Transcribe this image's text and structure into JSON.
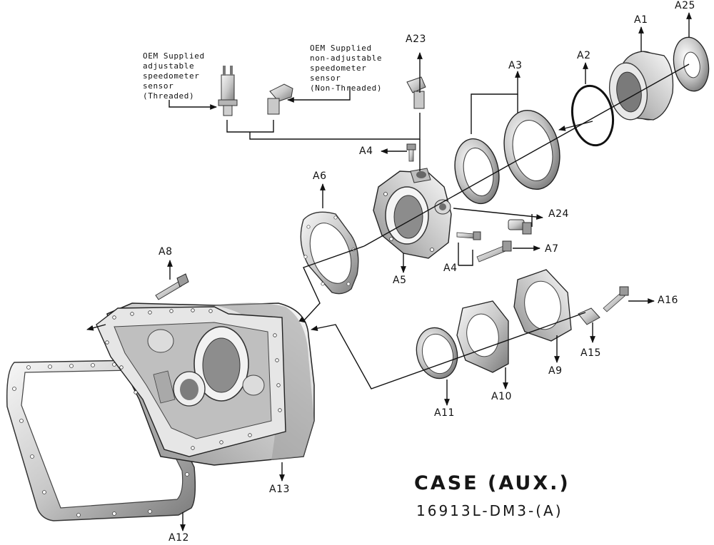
{
  "title": "CASE (AUX.)",
  "part_number": "16913L-DM3-(A)",
  "notes": {
    "adjustable": [
      "OEM Supplied",
      "adjustable",
      "speedometer",
      "sensor",
      "(Threaded)"
    ],
    "non_adjustable": [
      "OEM Supplied",
      "non-adjustable",
      "speedometer",
      "sensor",
      "(Non-Threaded)"
    ]
  },
  "callouts": {
    "a1": "A1",
    "a2": "A2",
    "a3": "A3",
    "a4_top": "A4",
    "a4_bottom": "A4",
    "a5": "A5",
    "a6": "A6",
    "a7": "A7",
    "a8": "A8",
    "a9": "A9",
    "a10": "A10",
    "a11": "A11",
    "a12": "A12",
    "a13": "A13",
    "a15": "A15",
    "a16": "A16",
    "a23": "A23",
    "a24": "A24",
    "a25": "A25"
  },
  "colors": {
    "ink": "#111111",
    "metal_light": "#e9e9e9",
    "metal_mid": "#b8b8b8",
    "metal_dark": "#6f6f6f"
  }
}
